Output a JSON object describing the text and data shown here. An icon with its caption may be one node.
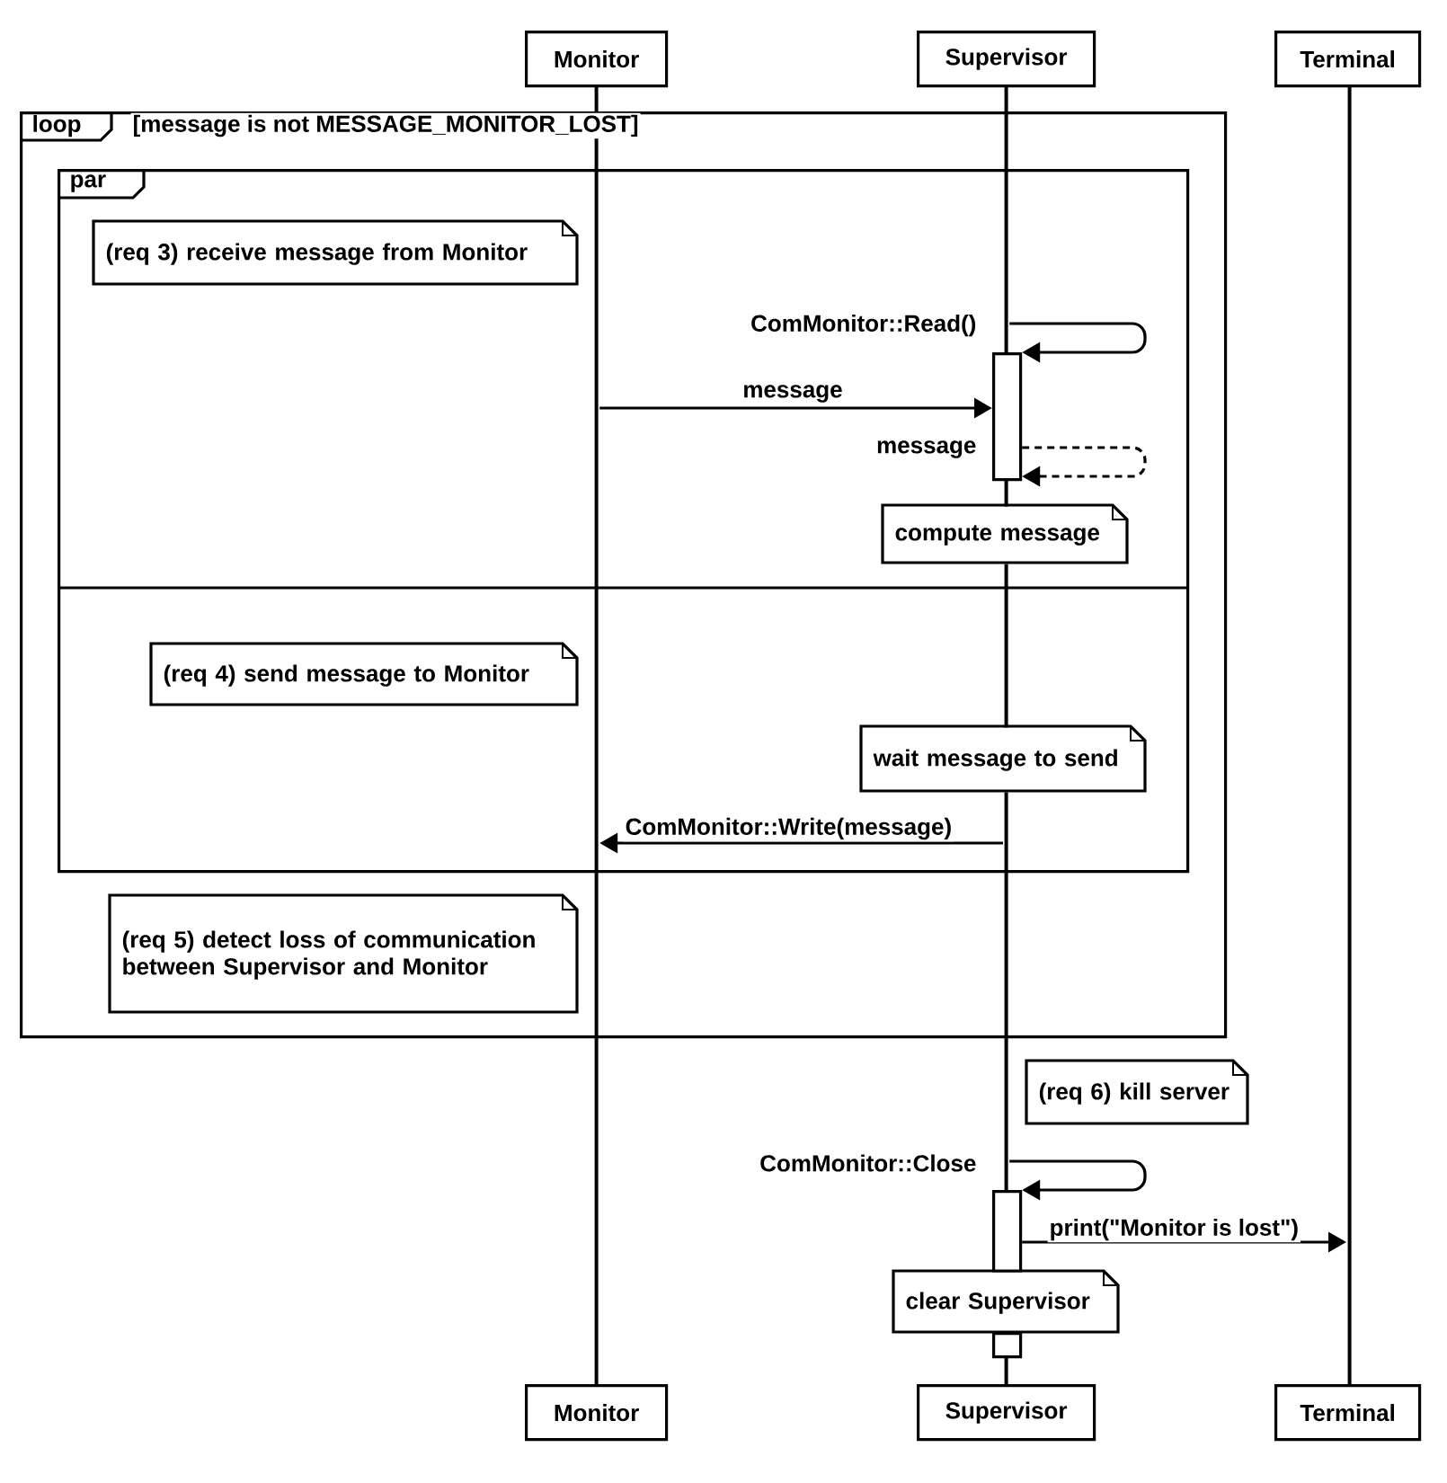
{
  "diagram": {
    "nodes": [
      {
        "text": [
          "Monitor"
        ]
      },
      {
        "text": [
          "Supervisor"
        ]
      },
      {
        "text": [
          "Terminal"
        ]
      },
      {
        "text": [],
        "shape": "line"
      },
      {
        "text": [],
        "shape": "line"
      },
      {
        "text": [],
        "shape": "line"
      },
      {
        "text": [
          "loop",
          "[message is not MESSAGE_MONITOR_LOST]"
        ]
      },
      {
        "text": [
          "par"
        ],
        "in": 6
      },
      {
        "text": [
          "(req 3) receive message from Monitor"
        ],
        "in": 7
      },
      {
        "text": [],
        "shape": "bar",
        "in": 7
      },
      {
        "text": [
          "compute message"
        ],
        "in": 7
      },
      {
        "text": [
          "(req 4) send message to Monitor"
        ],
        "in": 7
      },
      {
        "text": [
          "wait message to send"
        ],
        "in": 7
      },
      {
        "text": [
          "(req 5) detect loss of communication between Supervisor and Monitor"
        ],
        "in": 6
      },
      {
        "text": [
          "(req 6) kill server"
        ]
      },
      {
        "text": [],
        "shape": "bar"
      },
      {
        "text": [
          "clear Supervisor"
        ]
      },
      {
        "text": [],
        "shape": "bar"
      },
      {
        "text": [
          "Monitor"
        ]
      },
      {
        "text": [
          "Supervisor"
        ]
      },
      {
        "text": [
          "Terminal"
        ]
      }
    ],
    "edges": [
      {
        "from": 4,
        "to": 9,
        "arrow": "to",
        "label": "ComMonitor::Read()"
      },
      {
        "from": 3,
        "to": 9,
        "arrow": "to",
        "label": "message"
      },
      {
        "from": 9,
        "to": 9,
        "arrow": "to",
        "label": "message",
        "style": "dashed"
      },
      {
        "from": 4,
        "to": 3,
        "arrow": "to",
        "label": "ComMonitor::Write(message)"
      },
      {
        "from": 4,
        "to": 15,
        "arrow": "to",
        "label": "ComMonitor::Close"
      },
      {
        "from": 15,
        "to": 5,
        "arrow": "to",
        "label": "print(\"Monitor is lost\")"
      }
    ]
  }
}
